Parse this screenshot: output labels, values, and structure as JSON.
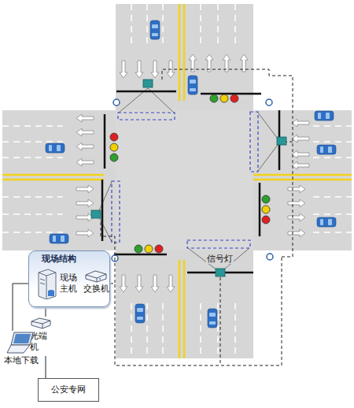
{
  "diagram": {
    "nodes": [
      {
        "text": [
          "现场结构"
        ]
      },
      {
        "text": [
          "现场 主机"
        ],
        "in": 0
      },
      {
        "text": [
          "交换机"
        ],
        "in": 0
      },
      {
        "text": [
          "光端 机"
        ]
      },
      {
        "text": [
          "本地下载"
        ]
      },
      {
        "text": [
          "公安专网"
        ]
      }
    ],
    "edges": [
      {
        "from": 1,
        "to": 4,
        "arrow": "none"
      },
      {
        "from": 0,
        "to": 3,
        "arrow": "none"
      },
      {
        "from": 3,
        "to": 5,
        "arrow": "none"
      }
    ],
    "labels": [
      "信号灯"
    ]
  }
}
